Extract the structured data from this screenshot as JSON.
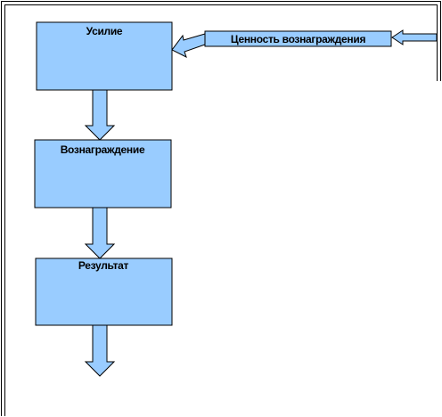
{
  "diagram": {
    "boxes": {
      "effort": "Усилие",
      "reward": "Вознаграждение",
      "result": "Результат",
      "reward_value": "Ценность вознаграждения"
    }
  },
  "colors": {
    "box_fill": "#99ccff",
    "arrow_fill": "#99ccff",
    "stroke": "#000000",
    "frame": "#000000",
    "background": "#ffffff"
  }
}
